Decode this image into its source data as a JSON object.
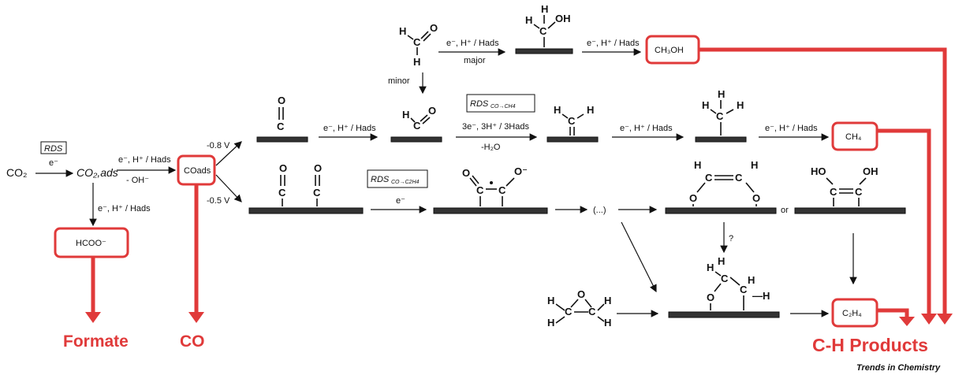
{
  "labels": {
    "rds_main": "RDS",
    "rds_ch4": "RDS",
    "rds_ch4_sub": "CO→CH4",
    "rds_c2h4": "RDS",
    "rds_c2h4_sub": "CO→C2H4",
    "e_minus": "e⁻",
    "e_h_hads": "e⁻, H⁺ / Hads",
    "three_e": "3e⁻, 3H⁺ / 3Hads",
    "minus_h2o": "-H₂O",
    "minus_oh": "- OH⁻",
    "major": "major",
    "minor": "minor",
    "v08": "-0.8 V",
    "v05": "-0.5 V",
    "ellipsis": "(...)",
    "question": "?",
    "or": "or"
  },
  "species": {
    "co2": "CO₂",
    "co2_ads": "CO₂,ads",
    "co_ads": "COads",
    "hcoo": "HCOO⁻",
    "ch3oh": "CH₃OH",
    "ch4": "CH₄",
    "c2h4": "C₂H₄"
  },
  "products": {
    "formate": "Formate",
    "co": "CO",
    "ch_products": "C-H Products"
  },
  "footer": {
    "journal": "Trends in Chemistry"
  },
  "colors": {
    "accent": "#e03a3a",
    "ink": "#111111"
  }
}
